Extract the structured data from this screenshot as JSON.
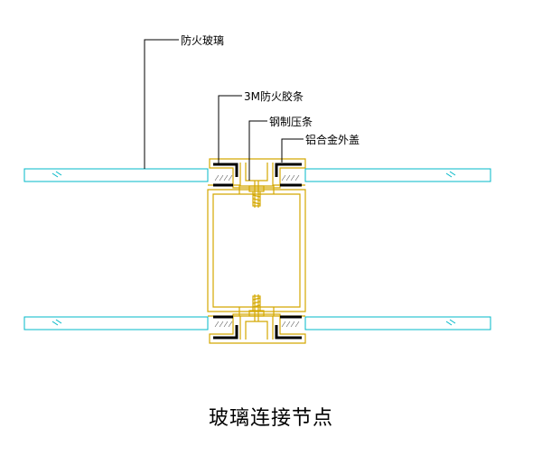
{
  "labels": {
    "fire_glass": "防火玻璃",
    "tape_3m": "3M防火胶条",
    "steel_bead": "钢制压条",
    "aluminum_cover": "铝合金外盖"
  },
  "title": "玻璃连接节点",
  "colors": {
    "glass": "#00b8c8",
    "profile": "#d4a800",
    "seal": "#000000",
    "leader": "#000000"
  }
}
